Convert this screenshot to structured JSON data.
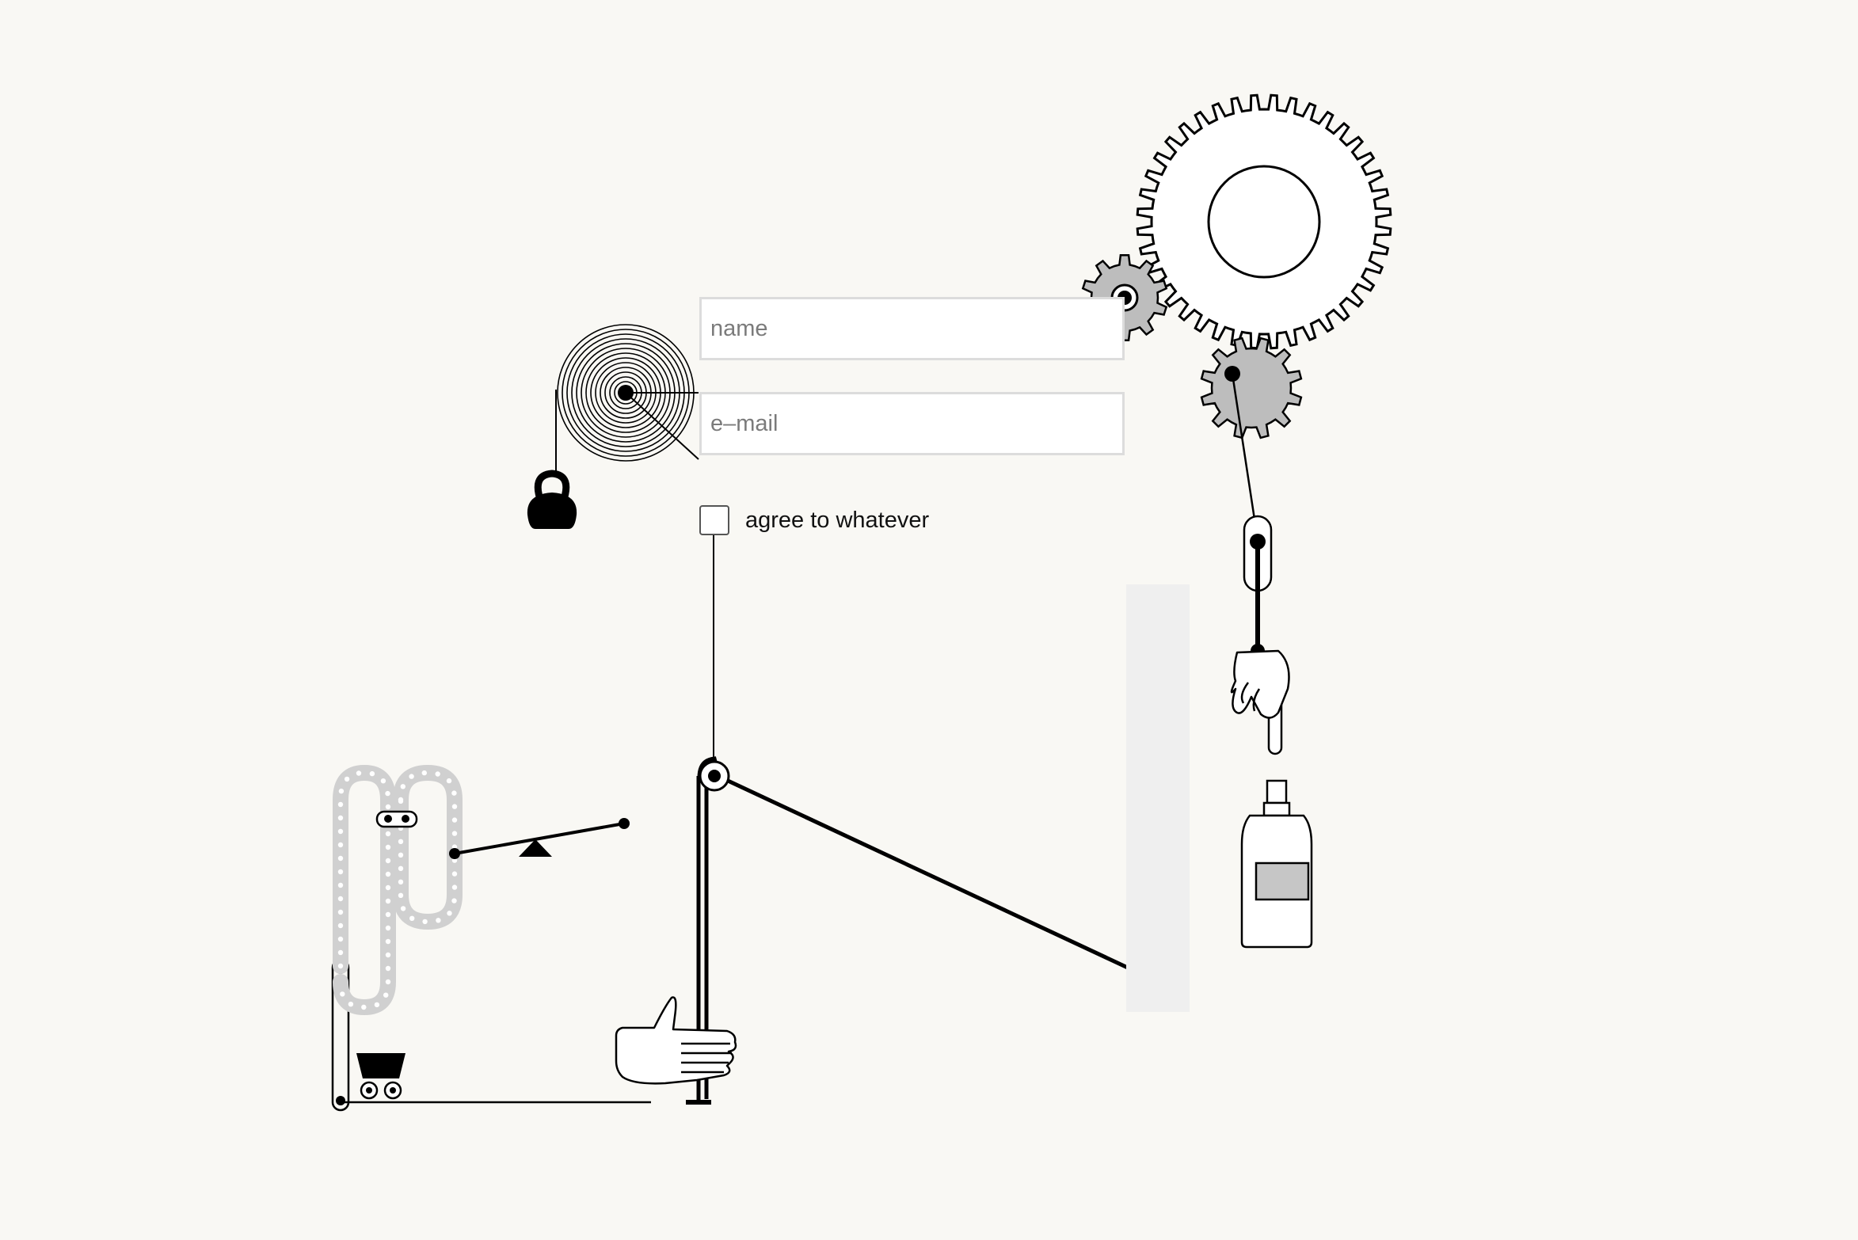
{
  "form": {
    "name_placeholder": "name",
    "name_value": "",
    "email_placeholder": "e–mail",
    "email_value": "",
    "agree_label": "agree to whatever",
    "agree_checked": false
  },
  "machine": {
    "icons": [
      "spiral-spring-icon",
      "kettlebell-icon",
      "large-gear-icon",
      "small-gear-icon",
      "drive-gear-icon",
      "pointing-hand-icon",
      "grabbing-hand-icon",
      "spray-bottle-icon",
      "conveyor-belt-icon",
      "seesaw-icon",
      "cart-icon"
    ],
    "colors": {
      "ink": "#000000",
      "gear_fill": "#bdbdbd",
      "chain": "#d0d0d0",
      "panel": "#efefef",
      "background": "#f9f8f4"
    }
  }
}
